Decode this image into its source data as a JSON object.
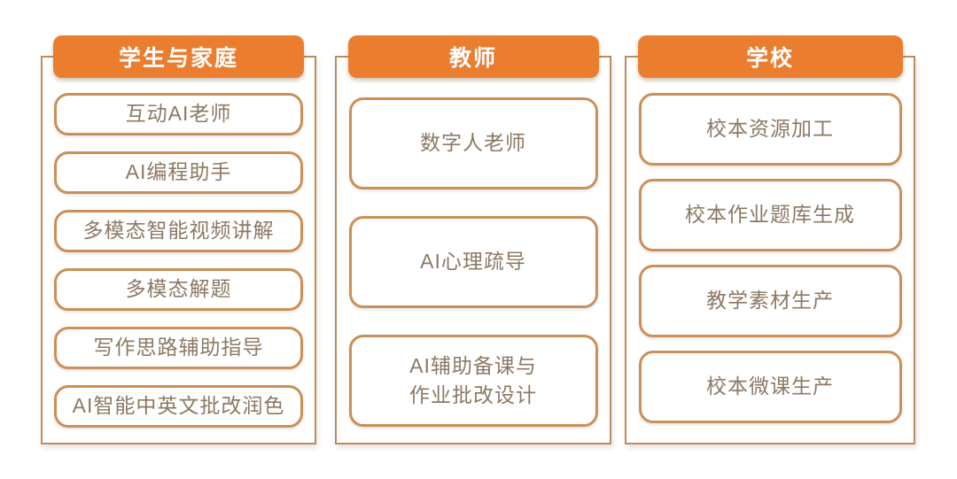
{
  "colors": {
    "header_bg": "#EB7D2F",
    "header_text": "#FFFFFF",
    "container_border": "#C08A5A",
    "item_border": "#CB8F57",
    "item_text": "#8C7964",
    "page_bg": "#FFFFFF"
  },
  "columns": [
    {
      "header": "学生与家庭",
      "items": [
        "互动AI老师",
        "AI编程助手",
        "多模态智能视频讲解",
        "多模态解题",
        "写作思路辅助指导",
        "AI智能中英文批改润色"
      ]
    },
    {
      "header": "教师",
      "items": [
        "数字人老师",
        "AI心理疏导",
        "AI辅助备课与\n作业批改设计"
      ]
    },
    {
      "header": "学校",
      "items": [
        "校本资源加工",
        "校本作业题库生成",
        "教学素材生产",
        "校本微课生产"
      ]
    }
  ]
}
